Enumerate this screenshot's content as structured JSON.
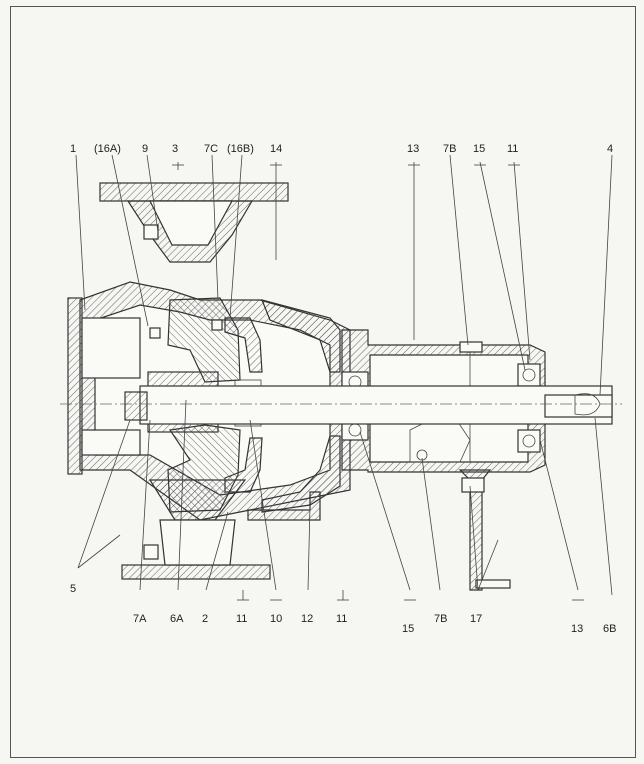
{
  "labels_top": [
    "1",
    "(16A)",
    "9",
    "3",
    "7C",
    "(16B)",
    "14",
    "13",
    "7B",
    "15",
    "11",
    "4"
  ],
  "labels_bottom": [
    "5",
    "7A",
    "6A",
    "2",
    "11",
    "10",
    "12",
    "11",
    "15",
    "7B",
    "17",
    "13",
    "6B"
  ]
}
